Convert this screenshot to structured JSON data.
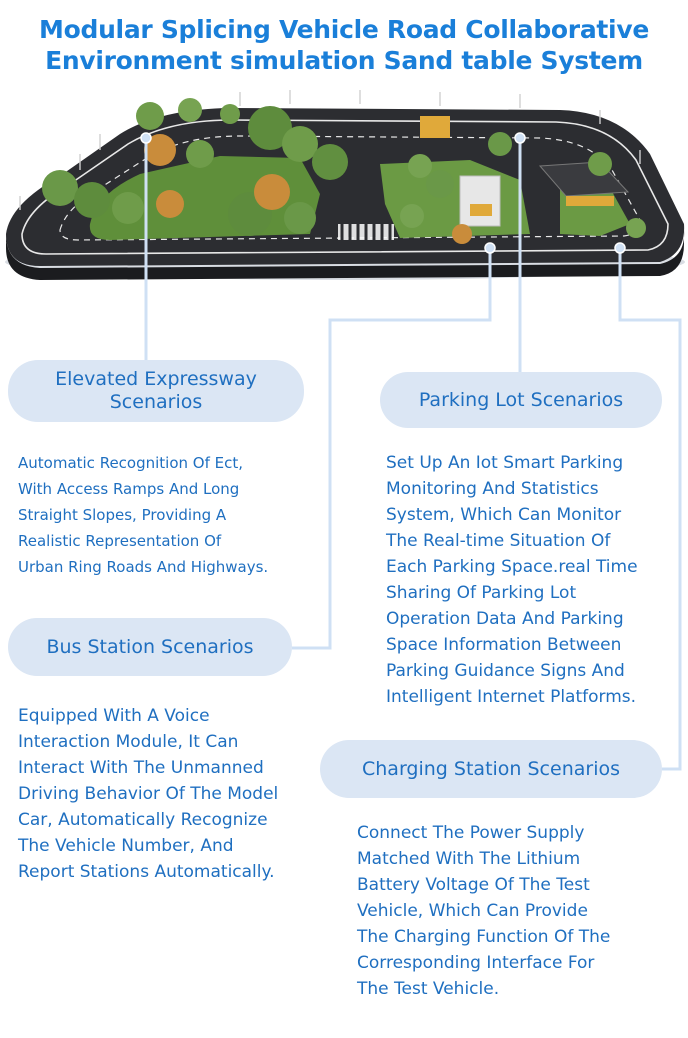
{
  "title": {
    "line1": "Modular Splicing Vehicle Road Collaborative",
    "line2": "Environment  simulation Sand  table System"
  },
  "colors": {
    "title": "#1a7fd9",
    "text": "#1f6fc0",
    "pill_bg": "#dbe6f4",
    "connector": "#cfe0f4",
    "road": "#2c2d31",
    "grass": "#5f8f3a"
  },
  "scenarios": [
    {
      "label": "Elevated  Expressway\nScenarios",
      "description": "Automatic Recognition Of Ect,\nWith Access Ramps And Long\nStraight Slopes, Providing A\nRealistic Representation Of\nUrban Ring Roads And Highways."
    },
    {
      "label": "Parking Lot Scenarios",
      "description": "Set Up An Iot Smart Parking\nMonitoring And Statistics\nSystem, Which Can Monitor\nThe Real-time Situation Of\nEach Parking Space.real Time\nSharing Of Parking Lot\nOperation Data And Parking\nSpace Information Between\nParking Guidance Signs And\nIntelligent Internet Platforms."
    },
    {
      "label": "Bus Station Scenarios",
      "description": "Equipped With A Voice\nInteraction Module, It Can\nInteract With The Unmanned\nDriving Behavior Of The Model\nCar, Automatically Recognize\nThe Vehicle Number, And\nReport Stations Automatically."
    },
    {
      "label": "Charging Station Scenarios",
      "description": "Connect The Power Supply\nMatched With The Lithium\nBattery Voltage Of The Test\nVehicle, Which Can Provide\nThe Charging Function Of The\nCorresponding Interface For\nThe Test Vehicle."
    }
  ]
}
